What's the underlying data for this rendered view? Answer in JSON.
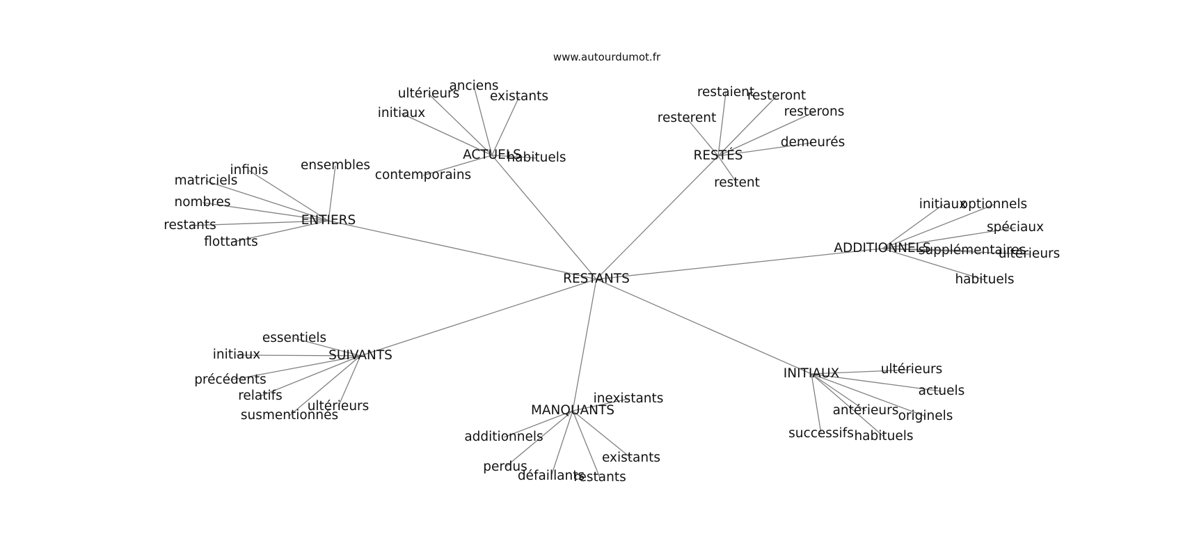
{
  "site_label": "www.autourdumot.fr",
  "center_word": "RESTANTS",
  "groups": [
    {
      "id": "actuels",
      "label": "ACTUELS",
      "words": [
        "ultérieurs",
        "anciens",
        "existants",
        "initiaux",
        "habituels",
        "contemporains"
      ]
    },
    {
      "id": "restes",
      "label": "RESTÉS",
      "words": [
        "restaient",
        "resteront",
        "resterent",
        "resterons",
        "demeurés",
        "restent"
      ]
    },
    {
      "id": "entiers",
      "label": "ENTIERS",
      "words": [
        "infinis",
        "ensembles",
        "matriciels",
        "nombres",
        "restants",
        "flottants"
      ]
    },
    {
      "id": "additionnels",
      "label": "ADDITIONNELS",
      "words": [
        "initiaux",
        "optionnels",
        "spéciaux",
        "supplémentaires",
        "ultérieurs",
        "habituels"
      ]
    },
    {
      "id": "suivants",
      "label": "SUIVANTS",
      "words": [
        "essentiels",
        "initiaux",
        "précédents",
        "relatifs",
        "ultérieurs",
        "susmentionnés"
      ]
    },
    {
      "id": "manquants",
      "label": "MANQUANTS",
      "words": [
        "inexistants",
        "additionnels",
        "existants",
        "perdus",
        "défaillants",
        "restants"
      ]
    },
    {
      "id": "initiaux",
      "label": "INITIAUX",
      "words": [
        "ultérieurs",
        "actuels",
        "antérieurs",
        "originels",
        "successifs",
        "habituels"
      ]
    }
  ]
}
